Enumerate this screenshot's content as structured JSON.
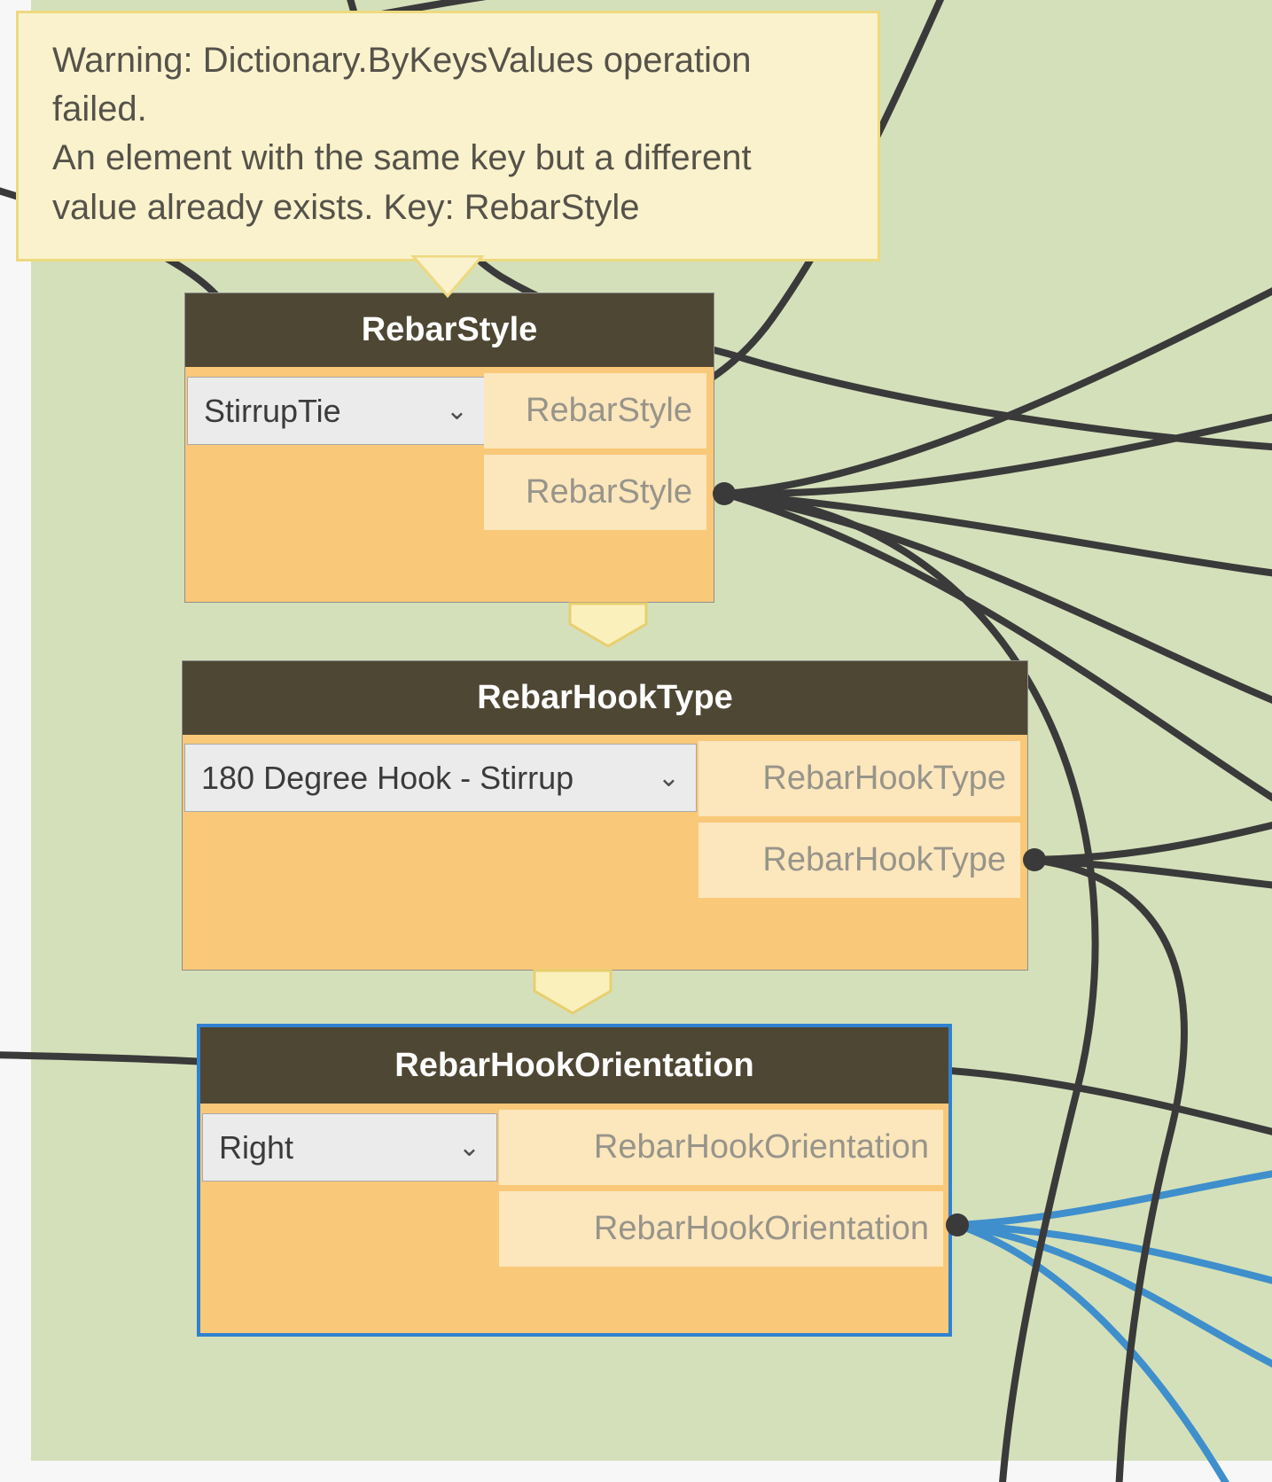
{
  "canvas": {
    "background_color": "#F7F7F7",
    "group_color": "#D4E0BA"
  },
  "colors": {
    "wire_dark": "#3A3A3A",
    "wire_selected_blue": "#3E8FCC",
    "node_header_bg": "#4E4734",
    "node_body_warning_bg": "#F9C878",
    "port_chip_bg": "#FCE6BC",
    "dropdown_bg": "#EBEBEB",
    "warning_bubble_bg": "#FAF2CC",
    "warning_bubble_border": "#EDD97F",
    "selection_border": "#2F82D0"
  },
  "warning_bubble": {
    "text": "Warning: Dictionary.ByKeysValues operation failed.\nAn element with the same key but a different value already exists. Key: RebarStyle"
  },
  "nodes": [
    {
      "title": "RebarStyle",
      "dropdown_value": "StirrupTie",
      "output_ports": [
        "RebarStyle",
        "RebarStyle"
      ],
      "selected": false,
      "state": "warning"
    },
    {
      "title": "RebarHookType",
      "dropdown_value": "180 Degree Hook - Stirrup",
      "output_ports": [
        "RebarHookType",
        "RebarHookType"
      ],
      "selected": false,
      "state": "warning"
    },
    {
      "title": "RebarHookOrientation",
      "dropdown_value": "Right",
      "output_ports": [
        "RebarHookOrientation",
        "RebarHookOrientation"
      ],
      "selected": true,
      "state": "warning"
    }
  ],
  "icons": {
    "dropdown_chevron": "chevron-down-icon",
    "warning_indicator": "warning-indicator-icon"
  }
}
